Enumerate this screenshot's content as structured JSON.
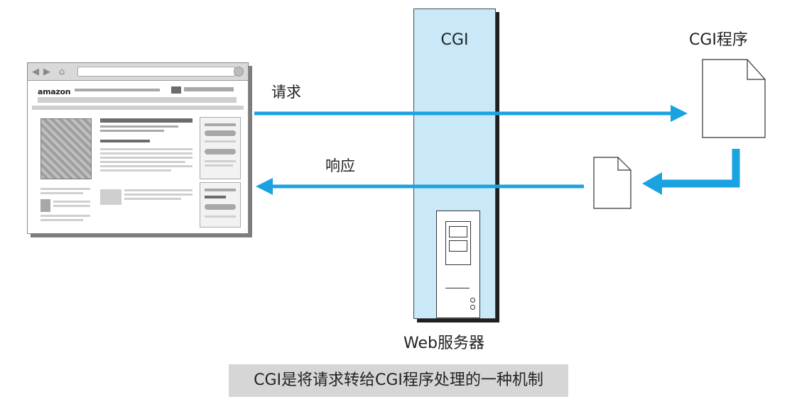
{
  "diagram": {
    "cgi_label": "CGI",
    "program_label": "CGI程序",
    "request_label": "请求",
    "response_label": "响应",
    "server_label": "Web服务器",
    "caption": "CGI是将请求转给CGI程序处理的一种机制"
  },
  "browser_page": {
    "logo": "amazon"
  },
  "colors": {
    "arrow": "#1aa3e0",
    "server_fill": "#c9e8f8",
    "caption_bg": "#d6d6d6"
  }
}
